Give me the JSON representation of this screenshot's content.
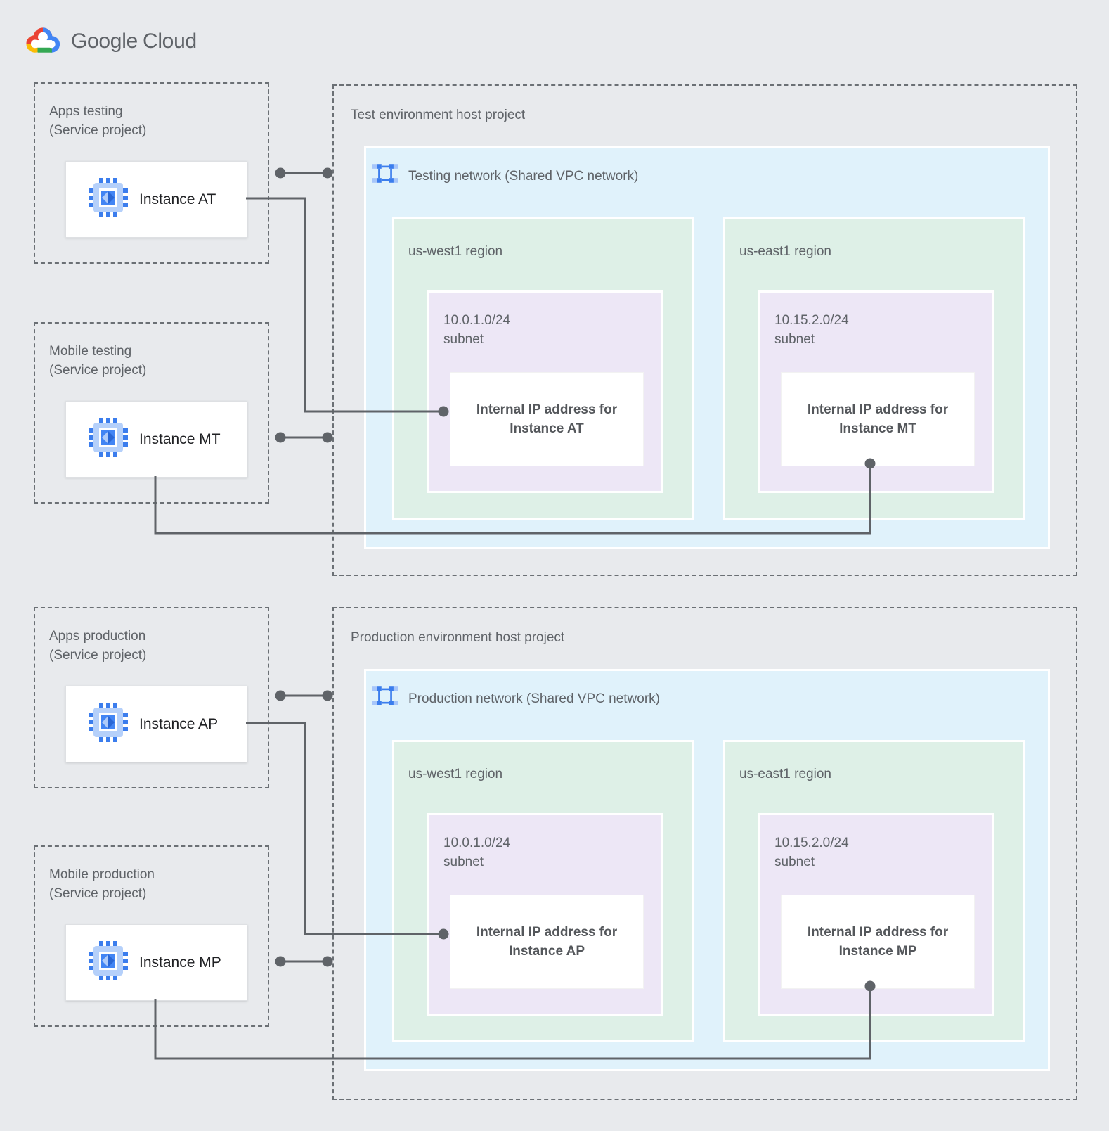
{
  "palette": {
    "page_bg": "#E8EAED",
    "network_fill": "#E0F2FB",
    "region_fill": "#DEF0E7",
    "subnet_fill": "#EDE7F6",
    "connector": "#5F6368",
    "label_gray": "#5F6368",
    "instance_text": "#202124",
    "ip_text": "#54575B",
    "icon_blue": "#4285F4",
    "icon_blue_light": "#AECBFA",
    "google_red": "#EA4335",
    "google_blue": "#4285F4",
    "google_green": "#34A853",
    "google_yellow": "#FBBC05"
  },
  "logo": {
    "brand": "Google",
    "product": "Cloud"
  },
  "test": {
    "service_projects": [
      {
        "name": "Apps testing",
        "type": "(Service project)",
        "instance": "Instance AT"
      },
      {
        "name": "Mobile testing",
        "type": "(Service project)",
        "instance": "Instance MT"
      }
    ],
    "host": {
      "title": "Test environment host project",
      "network_label": "Testing network (Shared VPC network)",
      "regions": [
        {
          "name": "us-west1 region",
          "cidr": "10.0.1.0/24",
          "subnet_word": "subnet",
          "ip_line1": "Internal IP address for",
          "ip_line2": "Instance AT"
        },
        {
          "name": "us-east1 region",
          "cidr": "10.15.2.0/24",
          "subnet_word": "subnet",
          "ip_line1": "Internal IP address for",
          "ip_line2": "Instance MT"
        }
      ]
    }
  },
  "prod": {
    "service_projects": [
      {
        "name": "Apps production",
        "type": "(Service project)",
        "instance": "Instance AP"
      },
      {
        "name": "Mobile production",
        "type": "(Service project)",
        "instance": "Instance MP"
      }
    ],
    "host": {
      "title": "Production environment host project",
      "network_label": "Production network (Shared VPC network)",
      "regions": [
        {
          "name": "us-west1 region",
          "cidr": "10.0.1.0/24",
          "subnet_word": "subnet",
          "ip_line1": "Internal IP address for",
          "ip_line2": "Instance AP"
        },
        {
          "name": "us-east1 region",
          "cidr": "10.15.2.0/24",
          "subnet_word": "subnet",
          "ip_line1": "Internal IP address for",
          "ip_line2": "Instance MP"
        }
      ]
    }
  }
}
